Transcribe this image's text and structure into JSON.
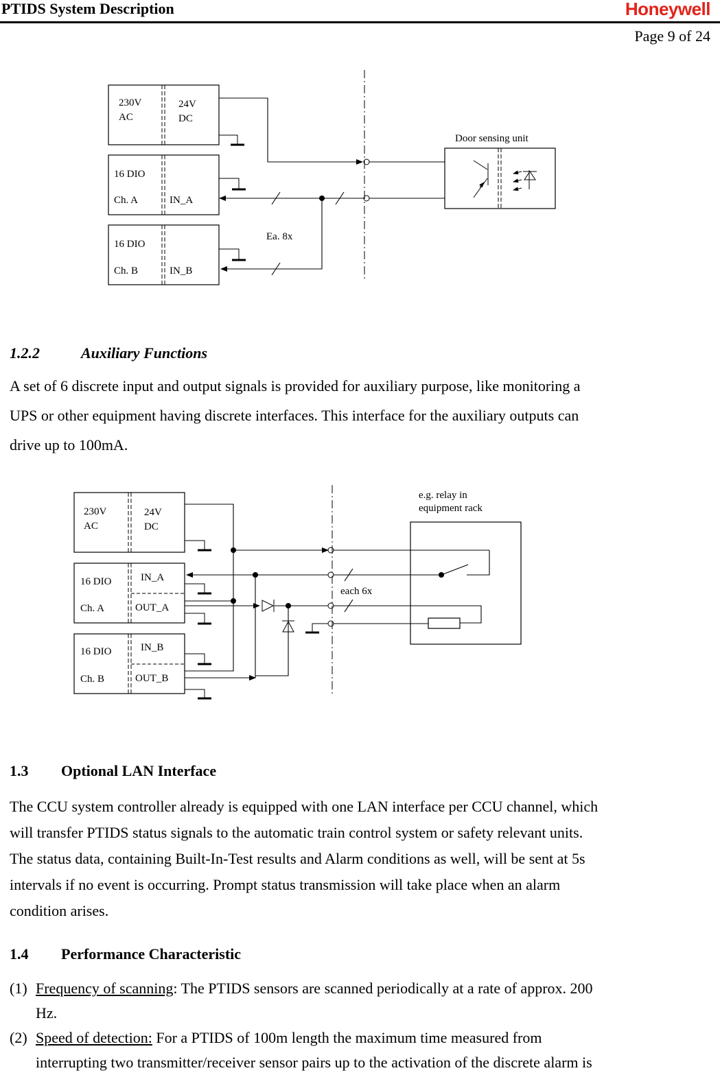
{
  "header": {
    "title": "PTIDS System Description",
    "logo": "Honeywell",
    "page": "Page 9 of 24",
    "logo_color": "#e2231a"
  },
  "diagram1": {
    "psu_left": [
      "230V",
      "AC"
    ],
    "psu_right": [
      "24V",
      "DC"
    ],
    "dio_a": {
      "top": "16 DIO",
      "ch": "Ch. A",
      "port": "IN_A"
    },
    "dio_b": {
      "top": "16 DIO",
      "ch": "Ch. B",
      "port": "IN_B"
    },
    "count_label": "Ea. 8x",
    "unit_label": "Door sensing unit"
  },
  "section_122": {
    "number": "1.2.2",
    "title": "Auxiliary Functions",
    "lines": [
      "A set of 6 discrete input and output signals is provided for auxiliary purpose, like monitoring a",
      "UPS or other equipment having discrete interfaces. This interface for the auxiliary outputs can",
      "drive up to 100mA."
    ]
  },
  "diagram2": {
    "psu_left": [
      "230V",
      "AC"
    ],
    "psu_right": [
      "24V",
      "DC"
    ],
    "dio_a": {
      "top": "16 DIO",
      "ch": "Ch. A",
      "in": "IN_A",
      "out": "OUT_A"
    },
    "dio_b": {
      "top": "16 DIO",
      "ch": "Ch.  B",
      "in": "IN_B",
      "out": "OUT_B"
    },
    "count_label": "each 6x",
    "relay_label": [
      "e.g. relay in",
      "equipment rack"
    ]
  },
  "section_13": {
    "number": "1.3",
    "title": "Optional LAN Interface",
    "lines": [
      "The CCU system controller already is equipped with one LAN interface per CCU channel, which",
      "will transfer PTIDS status signals to the automatic train control system or safety relevant units.",
      "The status data, containing Built-In-Test results and Alarm conditions as well, will be sent at 5s",
      "intervals if no event is occurring. Prompt status transmission will take place when an alarm",
      "condition arises."
    ]
  },
  "section_14": {
    "number": "1.4",
    "title": "Performance Characteristic",
    "items": [
      {
        "n": "(1)",
        "term": "Frequency of scanning",
        "text": ": The PTIDS sensors are scanned periodically at a rate of approx. 200",
        "cont": "Hz."
      },
      {
        "n": "(2)",
        "term": "Speed of detection:",
        "text": " For a PTIDS of 100m length the maximum time measured from",
        "cont": "interrupting two transmitter/receiver sensor pairs up to the activation of the discrete alarm is"
      }
    ]
  }
}
